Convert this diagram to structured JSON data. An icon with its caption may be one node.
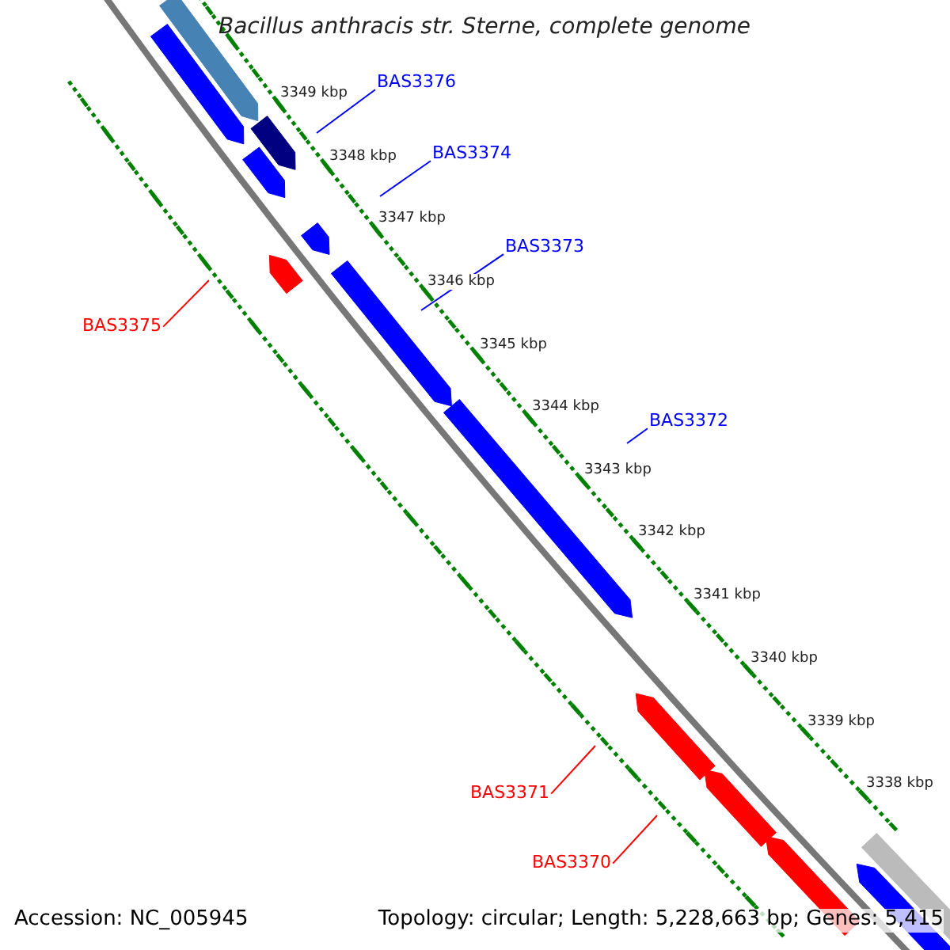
{
  "diagram": {
    "title": "Bacillus anthracis str. Sterne, complete genome",
    "nodes": [
      {
        "text": [
          "BAS3376"
        ]
      },
      {
        "text": [
          "BAS3374"
        ]
      },
      {
        "text": [
          "BAS3373"
        ]
      },
      {
        "text": [
          "BAS3375"
        ]
      },
      {
        "text": [
          "BAS3372"
        ]
      },
      {
        "text": [
          "BAS3371"
        ]
      },
      {
        "text": [
          "BAS3370"
        ]
      }
    ],
    "edges": [
      {
        "from": 0,
        "to": null,
        "arrow": "none"
      },
      {
        "from": 1,
        "to": null,
        "arrow": "none"
      },
      {
        "from": 2,
        "to": null,
        "arrow": "none"
      },
      {
        "from": 3,
        "to": null,
        "arrow": "none",
        "color": "#ff0000"
      },
      {
        "from": 4,
        "to": null,
        "arrow": "none"
      },
      {
        "from": 5,
        "to": null,
        "arrow": "none",
        "color": "#ff0000"
      },
      {
        "from": 6,
        "to": null,
        "arrow": "none",
        "color": "#ff0000"
      }
    ],
    "labels": [
      "3349 kbp",
      "3348 kbp",
      "3347 kbp",
      "3346 kbp",
      "3345 kbp",
      "3344 kbp",
      "3343 kbp",
      "3342 kbp",
      "3341 kbp",
      "3340 kbp",
      "3339 kbp",
      "3338 kbp",
      "Accession: NC_005945",
      "Topology: circular; Length: 5,228,663 bp; Genes: 5,415"
    ]
  }
}
